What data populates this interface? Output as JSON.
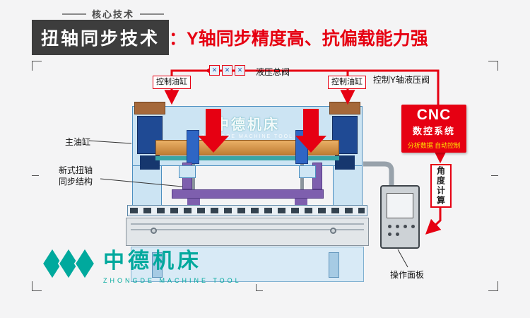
{
  "header": {
    "tag": "核心技术",
    "title": "扭轴同步技术",
    "subtitle": "：Y轴同步精度高、抗偏载能力强"
  },
  "diagram": {
    "control_cylinder_left": "控制油缸",
    "control_cylinder_right": "控制油缸",
    "hydraulic_main_valve": "液压总阀",
    "control_y_axis_valve": "控制Y轴液压阀",
    "main_cylinder": "主油缸",
    "torsion_structure_line1": "新式扭轴",
    "torsion_structure_line2": "同步结构",
    "angle_calculation": "角度计算",
    "operation_panel": "操作面板"
  },
  "cnc_box": {
    "title": "CNC",
    "subtitle": "数控系统",
    "description": "分析数据 自动控制"
  },
  "watermark": {
    "name": "中德机床",
    "tagline": "ZHONGDE MACHINE TOOL"
  },
  "logo": {
    "name": "中德机床",
    "tagline": "ZHONGDE MACHINE TOOL"
  },
  "icons": {
    "valve_glyph": "✕"
  },
  "colors": {
    "accent_red": "#e60012",
    "title_box_bg": "#3d3d3d",
    "brand_teal": "#00a99d",
    "machine_blue": "#cce4f3",
    "cylinder_navy": "#1f4a94",
    "ram_orange": "#d99a4e",
    "structure_purple": "#7e5fae",
    "cnc_text_yellow": "#ffe400"
  }
}
